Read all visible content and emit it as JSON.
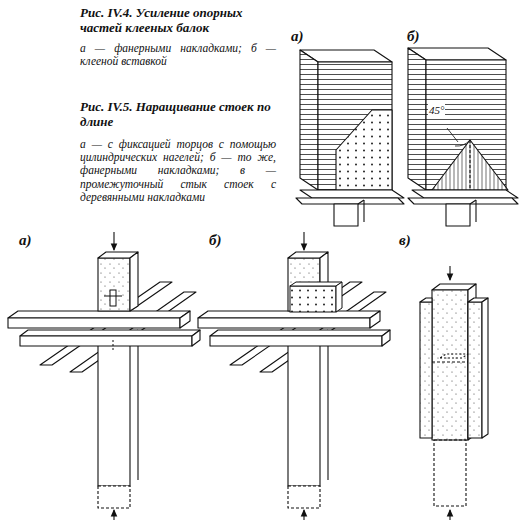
{
  "diagram": {
    "labels": [
      "Рис. IV.4. Усиление опорных частей клееных балок",
      "а — фанерными накладками; б — клееной вставкой",
      "Рис. IV.5. Наращивание стоек по длине",
      "а — с фиксацией торцов с помощью цилиндрических нагелей; б — то же, фанерными накладками; в — промежуточный стык стоек с деревянными накладками",
      "а)",
      "б)",
      "45°",
      "а)",
      "б)",
      "в)"
    ]
  }
}
